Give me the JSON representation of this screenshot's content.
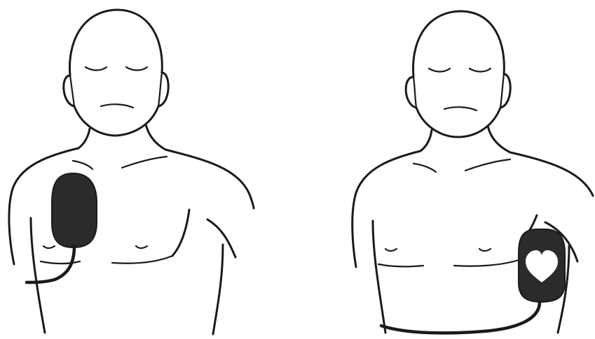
{
  "figures": [
    {
      "pad": "right-upper-chest-pad",
      "icon": "none"
    },
    {
      "pad": "left-lateral-chest-pad",
      "icon": "heart-icon"
    }
  ],
  "colors": {
    "outline": "#1a1a1a",
    "pad": "#2b2b2a",
    "background": "#ffffff",
    "heart": "#ffffff"
  }
}
